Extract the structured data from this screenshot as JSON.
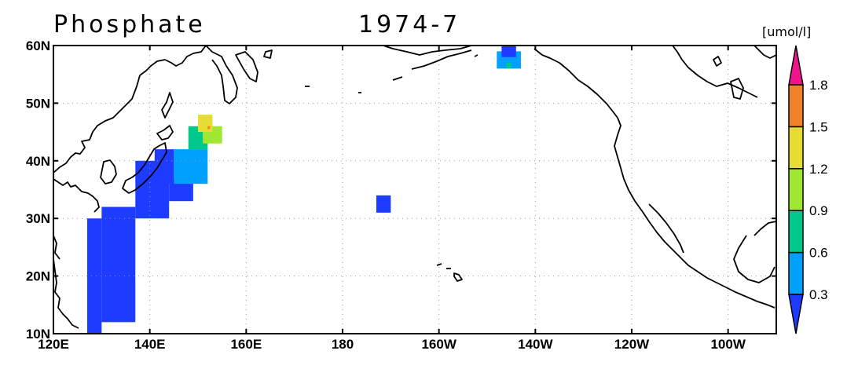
{
  "title": {
    "variable": "Phosphate",
    "date": "1974-7"
  },
  "colorbar": {
    "unit": "[umol/l]",
    "levels": [
      0.3,
      0.6,
      0.9,
      1.2,
      1.5,
      1.8
    ],
    "labels": [
      "0.3",
      "0.6",
      "0.9",
      "1.2",
      "1.5",
      "1.8"
    ],
    "colors": [
      "#1e3cff",
      "#00a0ff",
      "#00c88c",
      "#a0e632",
      "#e6dc32",
      "#f08228",
      "#f0148c"
    ]
  },
  "map": {
    "lon_range": [
      120,
      270
    ],
    "lat_range": [
      10,
      60
    ],
    "x_ticks": [
      {
        "lon": 120,
        "label": "120E"
      },
      {
        "lon": 140,
        "label": "140E"
      },
      {
        "lon": 160,
        "label": "160E"
      },
      {
        "lon": 180,
        "label": "180"
      },
      {
        "lon": 200,
        "label": "160W"
      },
      {
        "lon": 220,
        "label": "140W"
      },
      {
        "lon": 240,
        "label": "120W"
      },
      {
        "lon": 260,
        "label": "100W"
      }
    ],
    "y_ticks": [
      {
        "lat": 10,
        "label": "10N"
      },
      {
        "lat": 20,
        "label": "20N"
      },
      {
        "lat": 30,
        "label": "30N"
      },
      {
        "lat": 40,
        "label": "40N"
      },
      {
        "lat": 50,
        "label": "50N"
      },
      {
        "lat": 60,
        "label": "60N"
      }
    ]
  },
  "chart_data": {
    "type": "heatmap",
    "variable": "Phosphate",
    "period": "1974-7",
    "unit": "umol/l",
    "regions": [
      {
        "lon": [
          127,
          130
        ],
        "lat": [
          10,
          30
        ],
        "value": 0.2
      },
      {
        "lon": [
          130,
          137
        ],
        "lat": [
          12,
          32
        ],
        "value": 0.2
      },
      {
        "lon": [
          137,
          144
        ],
        "lat": [
          30,
          40
        ],
        "value": 0.2
      },
      {
        "lon": [
          144,
          149
        ],
        "lat": [
          33,
          37
        ],
        "value": 0.2
      },
      {
        "lon": [
          141,
          145
        ],
        "lat": [
          36,
          42
        ],
        "value": 0.2
      },
      {
        "lon": [
          145,
          152
        ],
        "lat": [
          36,
          42
        ],
        "value": 0.45
      },
      {
        "lon": [
          148,
          152
        ],
        "lat": [
          42,
          46
        ],
        "value": 0.75
      },
      {
        "lon": [
          151,
          155
        ],
        "lat": [
          43,
          46
        ],
        "value": 1.05
      },
      {
        "lon": [
          150,
          153
        ],
        "lat": [
          45,
          48
        ],
        "value": 1.35
      },
      {
        "lon": [
          152,
          152.5
        ],
        "lat": [
          45.5,
          46
        ],
        "value": 1.6
      },
      {
        "lon": [
          187,
          190
        ],
        "lat": [
          31,
          34
        ],
        "value": 0.2
      },
      {
        "lon": [
          212,
          217
        ],
        "lat": [
          56,
          59
        ],
        "value": 0.45
      },
      {
        "lon": [
          213,
          216
        ],
        "lat": [
          58,
          60
        ],
        "value": 0.2
      },
      {
        "lon": [
          214,
          215
        ],
        "lat": [
          56,
          57
        ],
        "value": 0.75
      }
    ]
  }
}
